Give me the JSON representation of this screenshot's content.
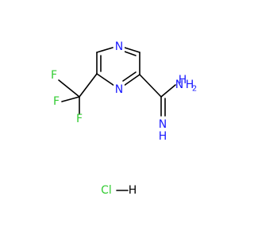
{
  "molecule": {
    "atom_labels": {
      "n_top": "N",
      "n_ring": "N",
      "f1": "F",
      "f2": "F",
      "f3": "F",
      "nh2_n": "N",
      "nh2_h": "H",
      "nh2_sub": "2",
      "nh_n": "N",
      "nh_h": "H"
    },
    "salt": {
      "cl": "Cl",
      "dash": "—",
      "h": "H"
    }
  },
  "colors": {
    "nitrogen": "#1a1aff",
    "fluorine": "#33cc33",
    "chlorine": "#33cc33",
    "bond": "#000000"
  }
}
